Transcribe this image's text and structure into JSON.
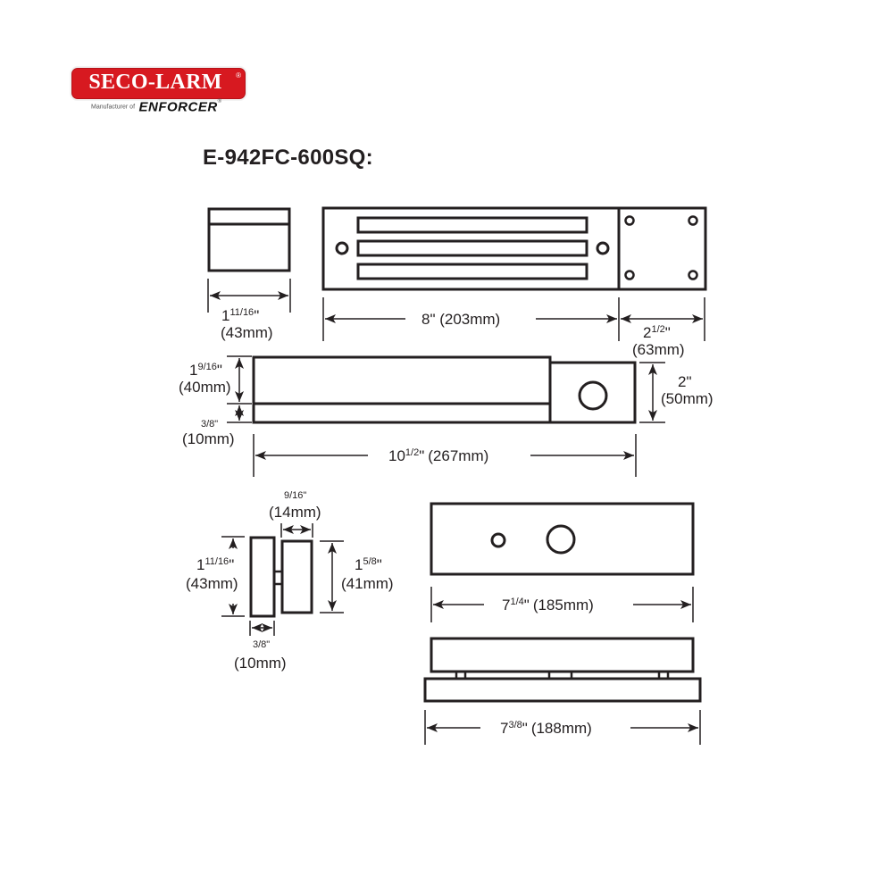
{
  "logo": {
    "brand": "SECO-LARM",
    "registered": "®",
    "tagline_prefix": "Manufacturer of",
    "product_brand": "ENFORCER",
    "product_registered": "®",
    "colors": {
      "badge": "#d71920",
      "text": "#ffffff"
    }
  },
  "title": "E-942FC-600SQ:",
  "colors": {
    "line": "#231f20",
    "background": "#ffffff"
  },
  "dimensions": {
    "end_view_width": {
      "whole": "1",
      "frac": "11/16",
      "unit": "\"",
      "metric": "(43mm)"
    },
    "magnet_length": {
      "label": "8\" (203mm)"
    },
    "bracket_length": {
      "whole": "2",
      "frac": "1/2",
      "unit": "\"",
      "metric": "(63mm)"
    },
    "side_height_upper": {
      "whole": "1",
      "frac": "9/16",
      "unit": "\"",
      "metric": "(40mm)"
    },
    "side_height_lower": {
      "frac": "3/8",
      "unit": "\"",
      "metric": "(10mm)"
    },
    "bracket_height": {
      "label": "2\"",
      "metric": "(50mm)"
    },
    "total_length": {
      "whole": "10",
      "frac": "1/2",
      "unit": "\"",
      "metric": "(267mm)"
    },
    "armature_gap": {
      "frac": "9/16",
      "unit": "\"",
      "metric": "(14mm)"
    },
    "armature_height": {
      "whole": "1",
      "frac": "11/16",
      "unit": "\"",
      "metric": "(43mm)"
    },
    "armature_plate_height": {
      "whole": "1",
      "frac": "5/8",
      "unit": "\"",
      "metric": "(41mm)"
    },
    "armature_thickness": {
      "frac": "3/8",
      "unit": "\"",
      "metric": "(10mm)"
    },
    "armature_plate_length": {
      "whole": "7",
      "frac": "1/4",
      "unit": "\"",
      "metric": "(185mm)"
    },
    "armature_assembly_length": {
      "whole": "7",
      "frac": "3/8",
      "unit": "\"",
      "metric": "(188mm)"
    }
  }
}
